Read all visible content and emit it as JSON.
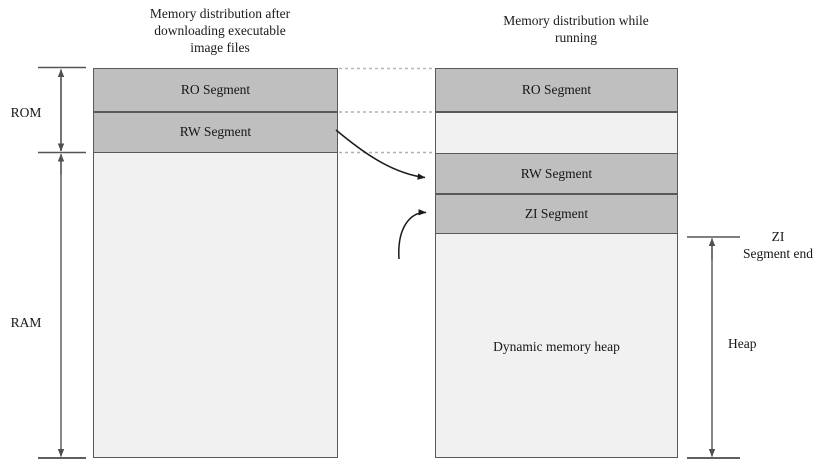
{
  "diagram": {
    "titles": {
      "left": "Memory distribution after\ndownloading executable\nimage files",
      "right": "Memory distribution while\nrunning"
    },
    "left_block": {
      "segments": [
        {
          "label": "RO Segment",
          "fill": "filled"
        },
        {
          "label": "RW Segment",
          "fill": "filled"
        },
        {
          "label": "",
          "fill": "empty"
        }
      ]
    },
    "right_block": {
      "segments": [
        {
          "label": "RO Segment",
          "fill": "filled"
        },
        {
          "label": "",
          "fill": "empty"
        },
        {
          "label": "RW Segment",
          "fill": "filled"
        },
        {
          "label": "ZI Segment",
          "fill": "filled"
        },
        {
          "label": "Dynamic memory heap",
          "fill": "empty"
        }
      ]
    },
    "left_brackets": [
      {
        "label": "ROM"
      },
      {
        "label": "RAM"
      }
    ],
    "right_brackets": [
      {
        "label": "ZI\nSegment end"
      },
      {
        "label": "Heap"
      }
    ],
    "colors": {
      "segment_fill": "#bfbfbf",
      "segment_empty": "#f1f1f1",
      "segment_border": "#595959",
      "dotted_line": "#b0b0b0",
      "arrow": "#4d4d4d",
      "curve": "#1a1a1a",
      "text": "#161616"
    }
  }
}
